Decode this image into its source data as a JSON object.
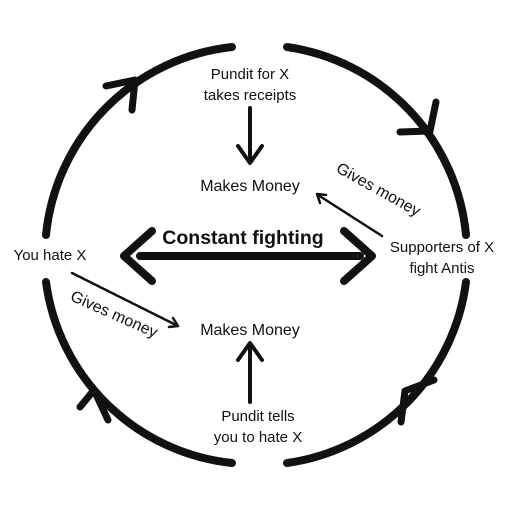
{
  "colors": {
    "ink": "#111111",
    "background": "#ffffff"
  },
  "nodes": {
    "pundit_for_x": [
      "Pundit for X",
      "takes receipts"
    ],
    "makes_money_top": "Makes Money",
    "makes_money_bottom": "Makes Money",
    "supporters": [
      "Supporters of X",
      "fight Antis"
    ],
    "you_hate_x": "You hate X",
    "pundit_tells": [
      "Pundit tells",
      "you to hate X"
    ]
  },
  "center_label": "Constant fighting",
  "edges": {
    "gives_money_right": "Gives money",
    "gives_money_left": "Gives money"
  },
  "cycle": {
    "direction": "clockwise",
    "arrowheads": [
      "top-left",
      "top-right",
      "bottom-right",
      "bottom-left"
    ]
  }
}
